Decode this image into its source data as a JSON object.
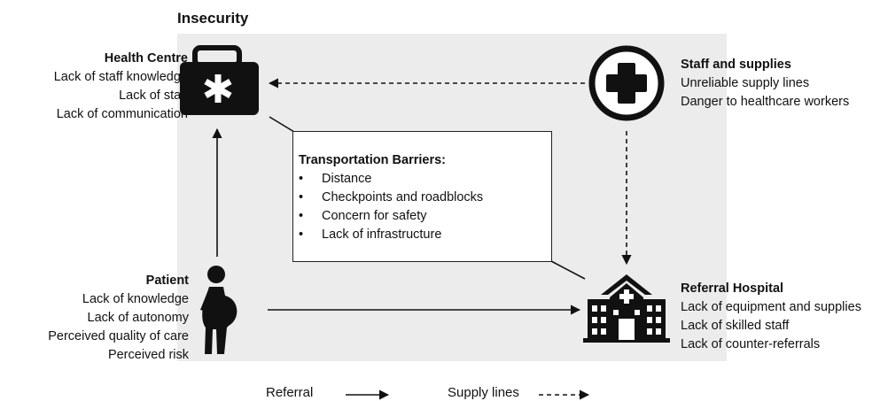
{
  "title": "Insecurity",
  "health_centre": {
    "heading": "Health Centre",
    "items": [
      "Lack of staff knowledge",
      "Lack of staff",
      "Lack of communication"
    ]
  },
  "patient": {
    "heading": "Patient",
    "items": [
      "Lack of knowledge",
      "Lack of autonomy",
      "Perceived quality of care",
      "Perceived risk"
    ]
  },
  "staff_supplies": {
    "heading": "Staff and supplies",
    "items": [
      "Unreliable supply lines",
      "Danger to healthcare workers"
    ]
  },
  "referral_hospital": {
    "heading": "Referral Hospital",
    "items": [
      "Lack of equipment and supplies",
      "Lack of skilled staff",
      "Lack of counter-referrals"
    ]
  },
  "transport": {
    "heading": "Transportation Barriers:",
    "items": [
      "Distance",
      "Checkpoints and roadblocks",
      "Concern for safety",
      "Lack of infrastructure"
    ]
  },
  "legend": {
    "referral": "Referral",
    "supply": "Supply lines"
  },
  "icons": [
    "medical-kit-icon",
    "medical-cross-icon",
    "pregnant-woman-icon",
    "hospital-icon"
  ]
}
